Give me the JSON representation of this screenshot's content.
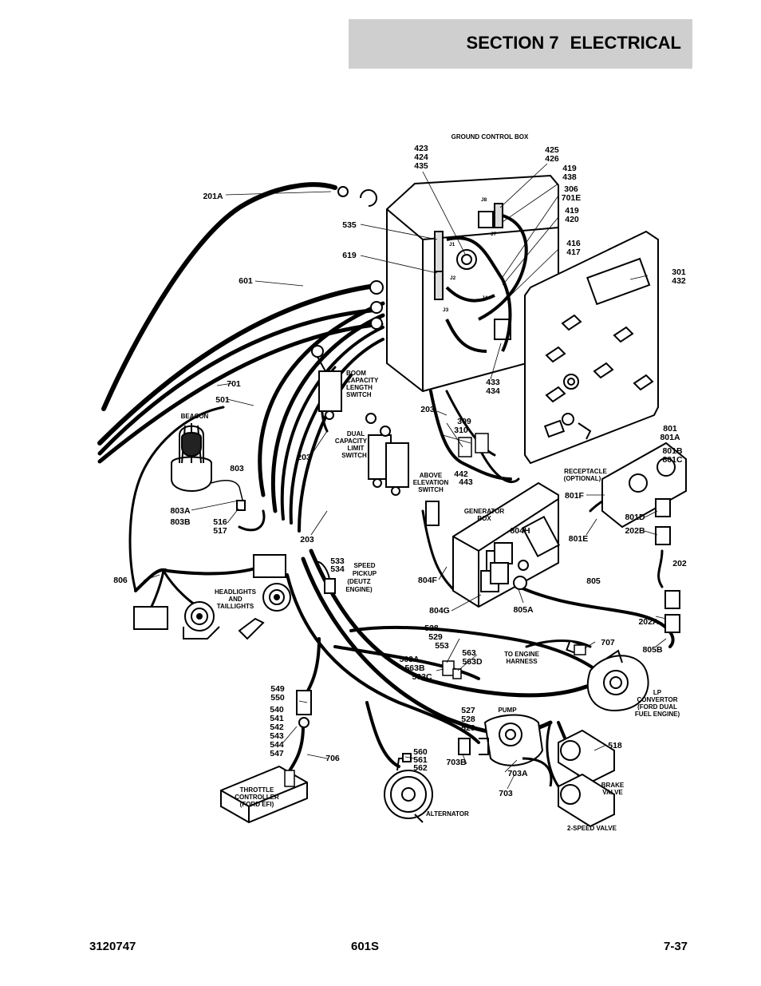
{
  "header": {
    "section_number": "SECTION 7",
    "section_name": "ELECTRICAL"
  },
  "footer": {
    "doc_number": "3120747",
    "model": "601S",
    "page": "7-37"
  },
  "components": {
    "ground_control_box": "GROUND CONTROL BOX",
    "beacon": "BEACON",
    "boom_switch": [
      "BOOM",
      "CAPACITY",
      "LENGTH",
      "SWITCH"
    ],
    "dual_switch": [
      "DUAL",
      "CAPACITY",
      "LIMIT",
      "SWITCH"
    ],
    "above_elevation": [
      "ABOVE",
      "ELEVATION",
      "SWITCH"
    ],
    "generator_box": [
      "GENERATOR",
      "BOX"
    ],
    "receptacle": [
      "RECEPTACLE",
      "(OPTIONAL)"
    ],
    "headlights": [
      "HEADLIGHTS",
      "AND",
      "TAILLIGHTS"
    ],
    "speed_pickup": [
      "SPEED",
      "PICKUP",
      "(DEUTZ",
      "ENGINE)"
    ],
    "to_engine_harness": [
      "TO ENGINE",
      "HARNESS"
    ],
    "lp_convertor": [
      "LP",
      "CONVERTOR",
      "(FORD DUAL",
      "FUEL ENGINE)"
    ],
    "pump": "PUMP",
    "throttle_controller": [
      "THROTTLE",
      "CONTROLLER",
      "(FORD EFI)"
    ],
    "alternator": "ALTERNATOR",
    "brake_valve": [
      "BRAKE",
      "VALVE"
    ],
    "two_speed_valve": "2-SPEED VALVE",
    "connectors": [
      "J1",
      "J2",
      "J3",
      "J4",
      "J7",
      "J8"
    ]
  },
  "callouts": {
    "c_423": [
      "423",
      "424",
      "435"
    ],
    "c_425": [
      "425",
      "426"
    ],
    "c_419a": [
      "419",
      "438"
    ],
    "c_306": [
      "306",
      "701E"
    ],
    "c_419b": [
      "419",
      "420"
    ],
    "c_416": [
      "416",
      "417"
    ],
    "c_301": [
      "301",
      "432"
    ],
    "c_201a": "201A",
    "c_535": "535",
    "c_619": "619",
    "c_601": "601",
    "c_433": [
      "433",
      "434"
    ],
    "c_701": "701",
    "c_501": "501",
    "c_203a": "203",
    "c_309": [
      "309",
      "310"
    ],
    "c_203b": "203",
    "c_442": [
      "442",
      "443"
    ],
    "c_801": [
      "801",
      "801A"
    ],
    "c_801b": [
      "801B",
      "801C"
    ],
    "c_803": "803",
    "c_803a": [
      "803A",
      "803B"
    ],
    "c_516": [
      "516",
      "517"
    ],
    "c_203c": "203",
    "c_801f": "801F",
    "c_801d": "801D",
    "c_202b": "202B",
    "c_804h": "804H",
    "c_801e": "801E",
    "c_202": "202",
    "c_806": "806",
    "c_533": [
      "533",
      "534"
    ],
    "c_804f": "804F",
    "c_805": "805",
    "c_804g": "804G",
    "c_805a": "805A",
    "c_202a": "202A",
    "c_528": [
      "528",
      "529",
      "553"
    ],
    "c_707": "707",
    "c_563": [
      "563",
      "563D"
    ],
    "c_563a": [
      "563A",
      "563B",
      "563C"
    ],
    "c_805b": "805B",
    "c_549": [
      "549",
      "550"
    ],
    "c_540": [
      "540",
      "541",
      "542",
      "543",
      "544",
      "547"
    ],
    "c_527": [
      "527",
      "528",
      "529"
    ],
    "c_518": "518",
    "c_706": "706",
    "c_560": [
      "560",
      "561",
      "562"
    ],
    "c_703b": "703B",
    "c_703a": "703A",
    "c_703": "703"
  }
}
